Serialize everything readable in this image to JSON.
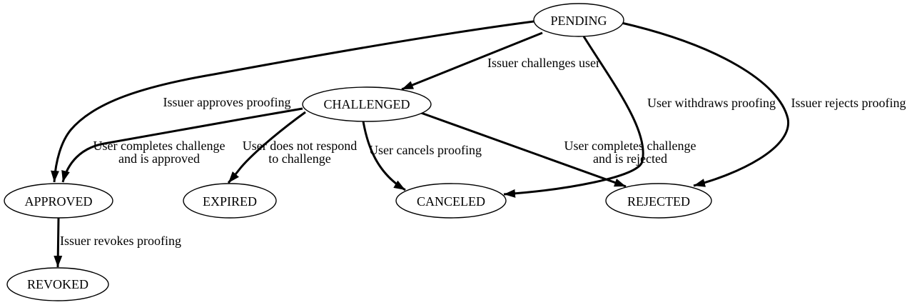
{
  "diagram": {
    "colors": {
      "background": "#ffffff",
      "line": "#000000",
      "text": "#000000"
    },
    "nodes": [
      {
        "id": "pending",
        "label": "PENDING"
      },
      {
        "id": "challenged",
        "label": "CHALLENGED"
      },
      {
        "id": "approved",
        "label": "APPROVED"
      },
      {
        "id": "expired",
        "label": "EXPIRED"
      },
      {
        "id": "canceled",
        "label": "CANCELED"
      },
      {
        "id": "rejected",
        "label": "REJECTED"
      },
      {
        "id": "revoked",
        "label": "REVOKED"
      }
    ],
    "edges": [
      {
        "from": "PENDING",
        "to": "CHALLENGED",
        "label": "Issuer challenges user",
        "lines": [
          "Issuer challenges user"
        ]
      },
      {
        "from": "PENDING",
        "to": "APPROVED",
        "label": "Issuer approves proofing",
        "lines": [
          "Issuer approves proofing"
        ]
      },
      {
        "from": "PENDING",
        "to": "CANCELED",
        "label": "User withdraws proofing",
        "lines": [
          "User withdraws proofing"
        ]
      },
      {
        "from": "PENDING",
        "to": "REJECTED",
        "label": "Issuer rejects proofing",
        "lines": [
          "Issuer rejects proofing"
        ]
      },
      {
        "from": "CHALLENGED",
        "to": "APPROVED",
        "label": "User completes challenge and is approved",
        "lines": [
          "User completes challenge",
          "and is approved"
        ]
      },
      {
        "from": "CHALLENGED",
        "to": "EXPIRED",
        "label": "User does not respond to challenge",
        "lines": [
          "User does not respond",
          "to challenge"
        ]
      },
      {
        "from": "CHALLENGED",
        "to": "CANCELED",
        "label": "User cancels proofing",
        "lines": [
          "User cancels proofing"
        ]
      },
      {
        "from": "CHALLENGED",
        "to": "REJECTED",
        "label": "User completes challenge and is rejected",
        "lines": [
          "User completes challenge",
          "and is rejected"
        ]
      },
      {
        "from": "APPROVED",
        "to": "REVOKED",
        "label": "Issuer revokes proofing",
        "lines": [
          "Issuer revokes proofing"
        ]
      }
    ]
  }
}
